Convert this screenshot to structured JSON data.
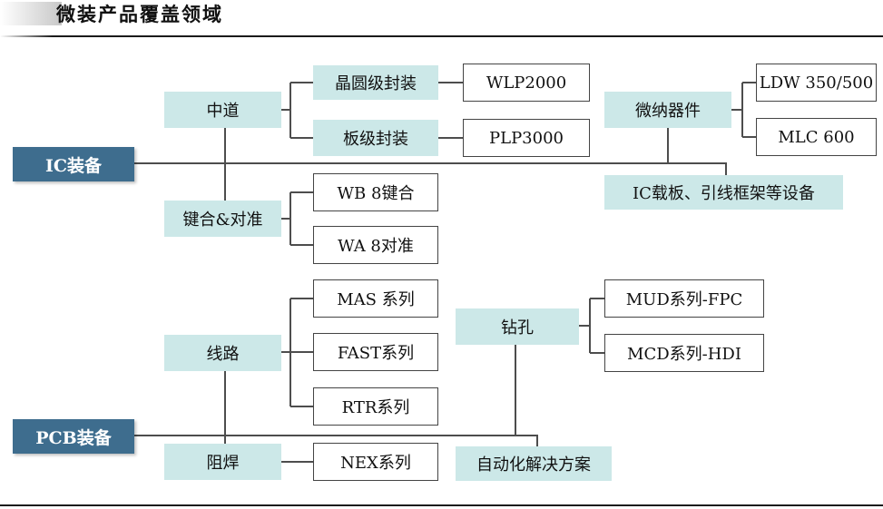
{
  "page": {
    "title": "微装产品覆盖领域"
  },
  "ic": {
    "label": "IC装备",
    "midstream": {
      "label": "中道",
      "wafer": {
        "label": "晶圆级封装",
        "product": "WLP2000"
      },
      "panel": {
        "label": "板级封装",
        "product": "PLP3000"
      }
    },
    "bond": {
      "label": "键合&对准",
      "products": [
        "WB 8键合",
        "WA 8对准"
      ]
    },
    "micro": {
      "label": "微纳器件",
      "products": [
        "LDW 350/500",
        "MLC 600"
      ]
    },
    "carrier": {
      "label": "IC载板、引线框架等设备"
    }
  },
  "pcb": {
    "label": "PCB装备",
    "circuit": {
      "label": "线路",
      "products": [
        "MAS 系列",
        "FAST系列",
        "RTR系列"
      ]
    },
    "solder": {
      "label": "阻焊",
      "product": "NEX系列"
    },
    "drill": {
      "label": "钻孔",
      "products": [
        "MUD系列-FPC",
        "MCD系列-HDI"
      ]
    },
    "automation": {
      "label": "自动化解决方案"
    }
  }
}
